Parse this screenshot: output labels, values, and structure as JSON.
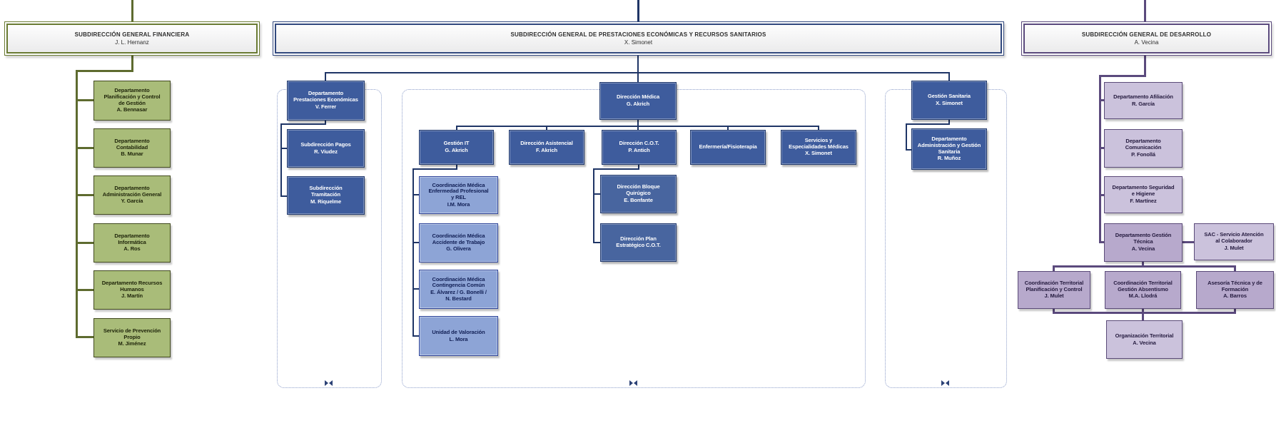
{
  "colors": {
    "financiera_line": "#5e6b2f",
    "financiera_fill": "#a9bc79",
    "prestaciones_line": "#1f3566",
    "prestaciones_dark_fill": "#3e5c9d",
    "prestaciones_light_fill": "#8da4d6",
    "desarrollo_line": "#5b4a7d",
    "desarrollo_light_fill": "#cbc2dc",
    "desarrollo_medium_fill": "#b7a9cc",
    "group_outline": "#8c9dc9"
  },
  "icons": {
    "collapse_marker": "bowtie"
  },
  "fin": {
    "header": {
      "title": "SUBDIRECCIÓN GENERAL FINANCIERA",
      "person": "J. L. Hernanz"
    },
    "depts": [
      {
        "title": "Departamento\nPlanificación y Control\nde Gestión",
        "person": "A. Bennasar"
      },
      {
        "title": "Departamento\nContabilidad",
        "person": "B. Munar"
      },
      {
        "title": "Departamento\nAdministración General",
        "person": "Y. García"
      },
      {
        "title": "Departamento\nInformática",
        "person": "A. Ros"
      },
      {
        "title": "Departamento Recursos\nHumanos",
        "person": "J. Martín"
      },
      {
        "title": "Servicio de Prevención\nPropio",
        "person": "M. Jiménez"
      }
    ]
  },
  "pres": {
    "header": {
      "title": "SUBDIRECCIÓN GENERAL DE PRESTACIONES ECONÓMICAS Y RECURSOS SANITARIOS",
      "person": "X. Simonet"
    },
    "eco": {
      "root": {
        "title": "Departamento\nPrestaciones Económicas",
        "person": "V. Ferrer"
      },
      "kids": [
        {
          "title": "Subdirección Pagos",
          "person": "R. Viudez"
        },
        {
          "title": "Subdirección\nTramitación",
          "person": "M. Riquelme"
        }
      ]
    },
    "med": {
      "root": {
        "title": "Dirección Médica",
        "person": "G. Akrich"
      },
      "kids": [
        {
          "title": "Gestión IT",
          "person": "G. Akrich"
        },
        {
          "title": "Dirección Asistencial",
          "person": "F. Akrich"
        },
        {
          "title": "Dirección C.O.T.",
          "person": "P. Antich"
        },
        {
          "title": "Enfermería/Fisioterapia",
          "person": ""
        },
        {
          "title": "Servicios y\nEspecialidades Médicas",
          "person": "X. Simonet"
        }
      ],
      "it_kids": [
        {
          "title": "Coordinación Médica\nEnfermedad Profesional\ny REL",
          "person": "I.M. Mora"
        },
        {
          "title": "Coordinación Médica\nAccidente de Trabajo",
          "person": "G. Olivera"
        },
        {
          "title": "Coordinación Médica\nContingencia Común",
          "person": "E. Álvarez / G. Bonelli /\nN. Bestard"
        },
        {
          "title": "Unidad de Valoración",
          "person": "L. Mora"
        }
      ],
      "cot_kids": [
        {
          "title": "Dirección Bloque\nQuirúgico",
          "person": "E. Bonfante"
        },
        {
          "title": "Dirección Plan\nEstratégico C.O.T.",
          "person": ""
        }
      ]
    },
    "san": {
      "root": {
        "title": "Gestión Sanitaria",
        "person": "X. Simonet"
      },
      "kids": [
        {
          "title": "Departamento\nAdministración y Gestión\nSanitaria",
          "person": "R. Muñoz"
        }
      ]
    }
  },
  "des": {
    "header": {
      "title": "SUBDIRECCIÓN GENERAL DE DESARROLLO",
      "person": "A. Vecina"
    },
    "depts": [
      {
        "title": "Departamento Afiliación",
        "person": "R. García"
      },
      {
        "title": "Departamento\nComunicación",
        "person": "P. Fonollá"
      },
      {
        "title": "Departamento Seguridad\ne Higiene",
        "person": "F. Martínez"
      },
      {
        "title": "Departamento Gestión\nTécnica",
        "person": "A. Vecina"
      }
    ],
    "sac": {
      "title": "SAC - Servicio Atención\nal Colaborador",
      "person": "J. Mulet"
    },
    "coords": [
      {
        "title": "Coordinación Territorial\nPlanificación y Control",
        "person": "J. Mulet"
      },
      {
        "title": "Coordinación Territorial\nGestión Absentismo",
        "person": "M.A. Llodrá"
      },
      {
        "title": "Asesoría Técnica y de\nFormación",
        "person": "A. Barros"
      }
    ],
    "org": {
      "title": "Organización Territorial",
      "person": "A. Vecina"
    }
  }
}
